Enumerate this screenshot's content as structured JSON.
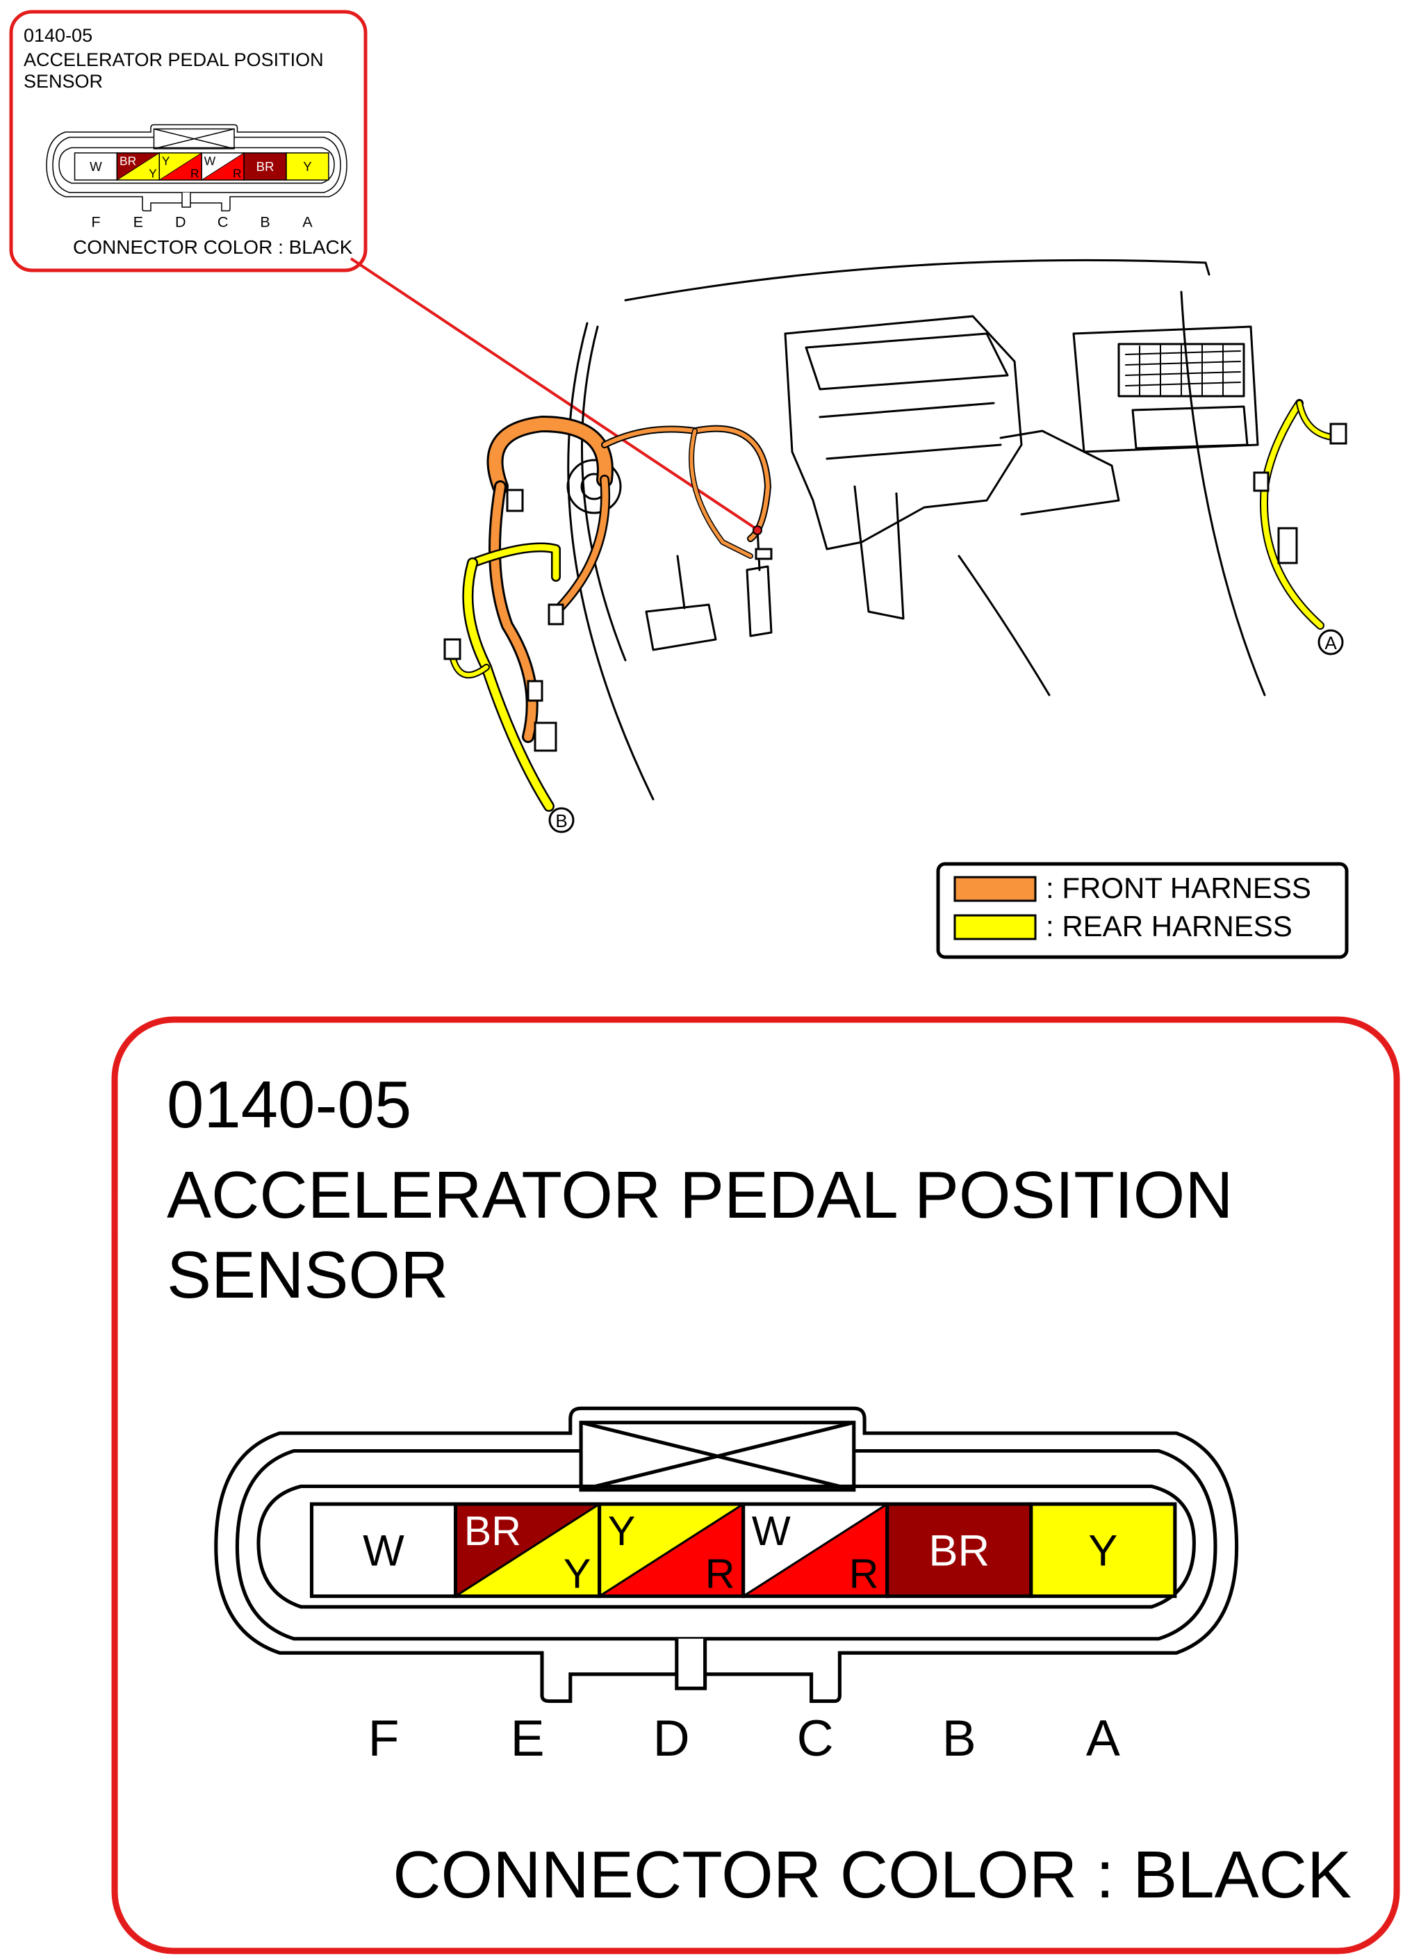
{
  "inset": {
    "code": "0140-05",
    "name_line1": "ACCELERATOR PEDAL POSITION",
    "name_line2": "SENSOR",
    "connector_color": "CONNECTOR COLOR : BLACK"
  },
  "detail": {
    "code": "0140-05",
    "name_line1": "ACCELERATOR PEDAL POSITION",
    "name_line2": "SENSOR",
    "connector_color": "CONNECTOR COLOR : BLACK"
  },
  "pins": [
    {
      "letter": "F",
      "colors": [
        "W"
      ]
    },
    {
      "letter": "E",
      "colors": [
        "BR",
        "Y"
      ]
    },
    {
      "letter": "D",
      "colors": [
        "Y",
        "R"
      ]
    },
    {
      "letter": "C",
      "colors": [
        "W",
        "R"
      ]
    },
    {
      "letter": "B",
      "colors": [
        "BR"
      ]
    },
    {
      "letter": "A",
      "colors": [
        "Y"
      ]
    }
  ],
  "wire_colors": {
    "W": "#ffffff",
    "BR": "#9b0000",
    "Y": "#ffff00",
    "R": "#ff0000"
  },
  "legend": [
    {
      "label": ": FRONT HARNESS",
      "color": "#f7943c"
    },
    {
      "label": ": REAR HARNESS",
      "color": "#ffff00"
    }
  ],
  "callouts": {
    "a": "A",
    "b": "B"
  },
  "accent_color": "#e41b1b"
}
